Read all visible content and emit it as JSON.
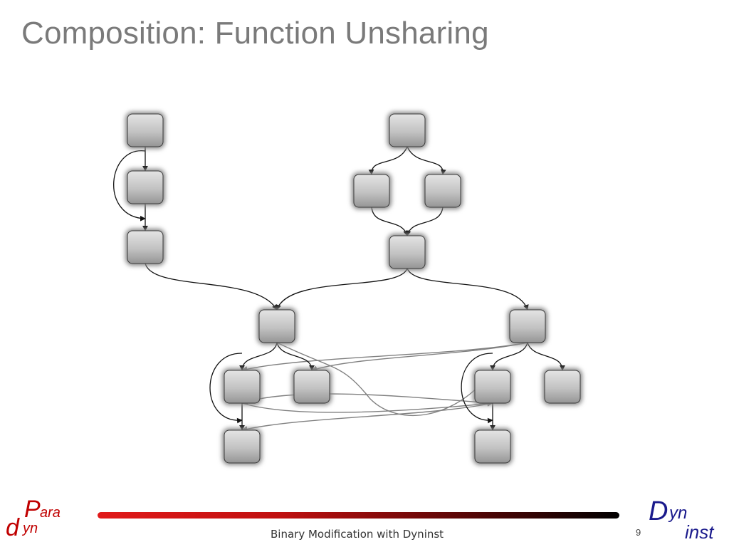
{
  "slide": {
    "title": "Composition: Function Unsharing",
    "footer_text": "Binary Modification with Dyninst",
    "page_number": "9"
  },
  "logos": {
    "left": {
      "name": "paradyn-logo",
      "text_top": "Para",
      "text_bottom": "dyn",
      "color": "#c00000"
    },
    "right": {
      "name": "dyninst-logo",
      "text_top": "Dyn",
      "text_bottom": "inst",
      "color": "#1a1a8c"
    }
  },
  "colors": {
    "title": "#7a7a7a",
    "node_fill_top": "#e0e0e0",
    "node_fill_bottom": "#9a9a9a",
    "node_glow": "#8a8a8a",
    "edge_black": "#111111",
    "edge_gray": "#808080"
  },
  "diagram": {
    "nodes": [
      {
        "id": "a1"
      },
      {
        "id": "a2"
      },
      {
        "id": "a3"
      },
      {
        "id": "b1"
      },
      {
        "id": "b2"
      },
      {
        "id": "b3"
      },
      {
        "id": "b4"
      },
      {
        "id": "c1"
      },
      {
        "id": "c2"
      },
      {
        "id": "c3"
      },
      {
        "id": "c4"
      },
      {
        "id": "d1"
      },
      {
        "id": "d2"
      },
      {
        "id": "d3"
      },
      {
        "id": "d4"
      }
    ],
    "edges": [
      {
        "from": "a1",
        "to": "a2",
        "style": "black"
      },
      {
        "from": "a2",
        "to": "a3",
        "style": "black"
      },
      {
        "from": "a2",
        "to": "a2",
        "style": "black",
        "kind": "self-loop"
      },
      {
        "from": "b1",
        "to": "b2",
        "style": "black"
      },
      {
        "from": "b1",
        "to": "b3",
        "style": "black"
      },
      {
        "from": "b2",
        "to": "b4",
        "style": "black"
      },
      {
        "from": "b3",
        "to": "b4",
        "style": "black"
      },
      {
        "from": "a3",
        "to": "c1",
        "style": "black"
      },
      {
        "from": "b4",
        "to": "c1",
        "style": "black"
      },
      {
        "from": "b4",
        "to": "d1",
        "style": "black"
      },
      {
        "from": "c1",
        "to": "c2",
        "style": "black"
      },
      {
        "from": "c1",
        "to": "c3",
        "style": "black"
      },
      {
        "from": "c2",
        "to": "c4",
        "style": "black"
      },
      {
        "from": "c2",
        "to": "c2",
        "style": "black",
        "kind": "self-loop"
      },
      {
        "from": "d1",
        "to": "d2",
        "style": "black"
      },
      {
        "from": "d1",
        "to": "d3",
        "style": "black"
      },
      {
        "from": "d2",
        "to": "d4",
        "style": "black"
      },
      {
        "from": "d2",
        "to": "d2",
        "style": "black",
        "kind": "self-loop"
      },
      {
        "from": "c1",
        "to": "d2",
        "style": "gray"
      },
      {
        "from": "d1",
        "to": "c2",
        "style": "gray"
      },
      {
        "from": "d1",
        "to": "c3",
        "style": "gray"
      },
      {
        "from": "c2",
        "to": "d4",
        "style": "gray"
      },
      {
        "from": "d2",
        "to": "c4",
        "style": "gray"
      },
      {
        "from": "d2",
        "to": "c2",
        "style": "gray"
      }
    ]
  }
}
